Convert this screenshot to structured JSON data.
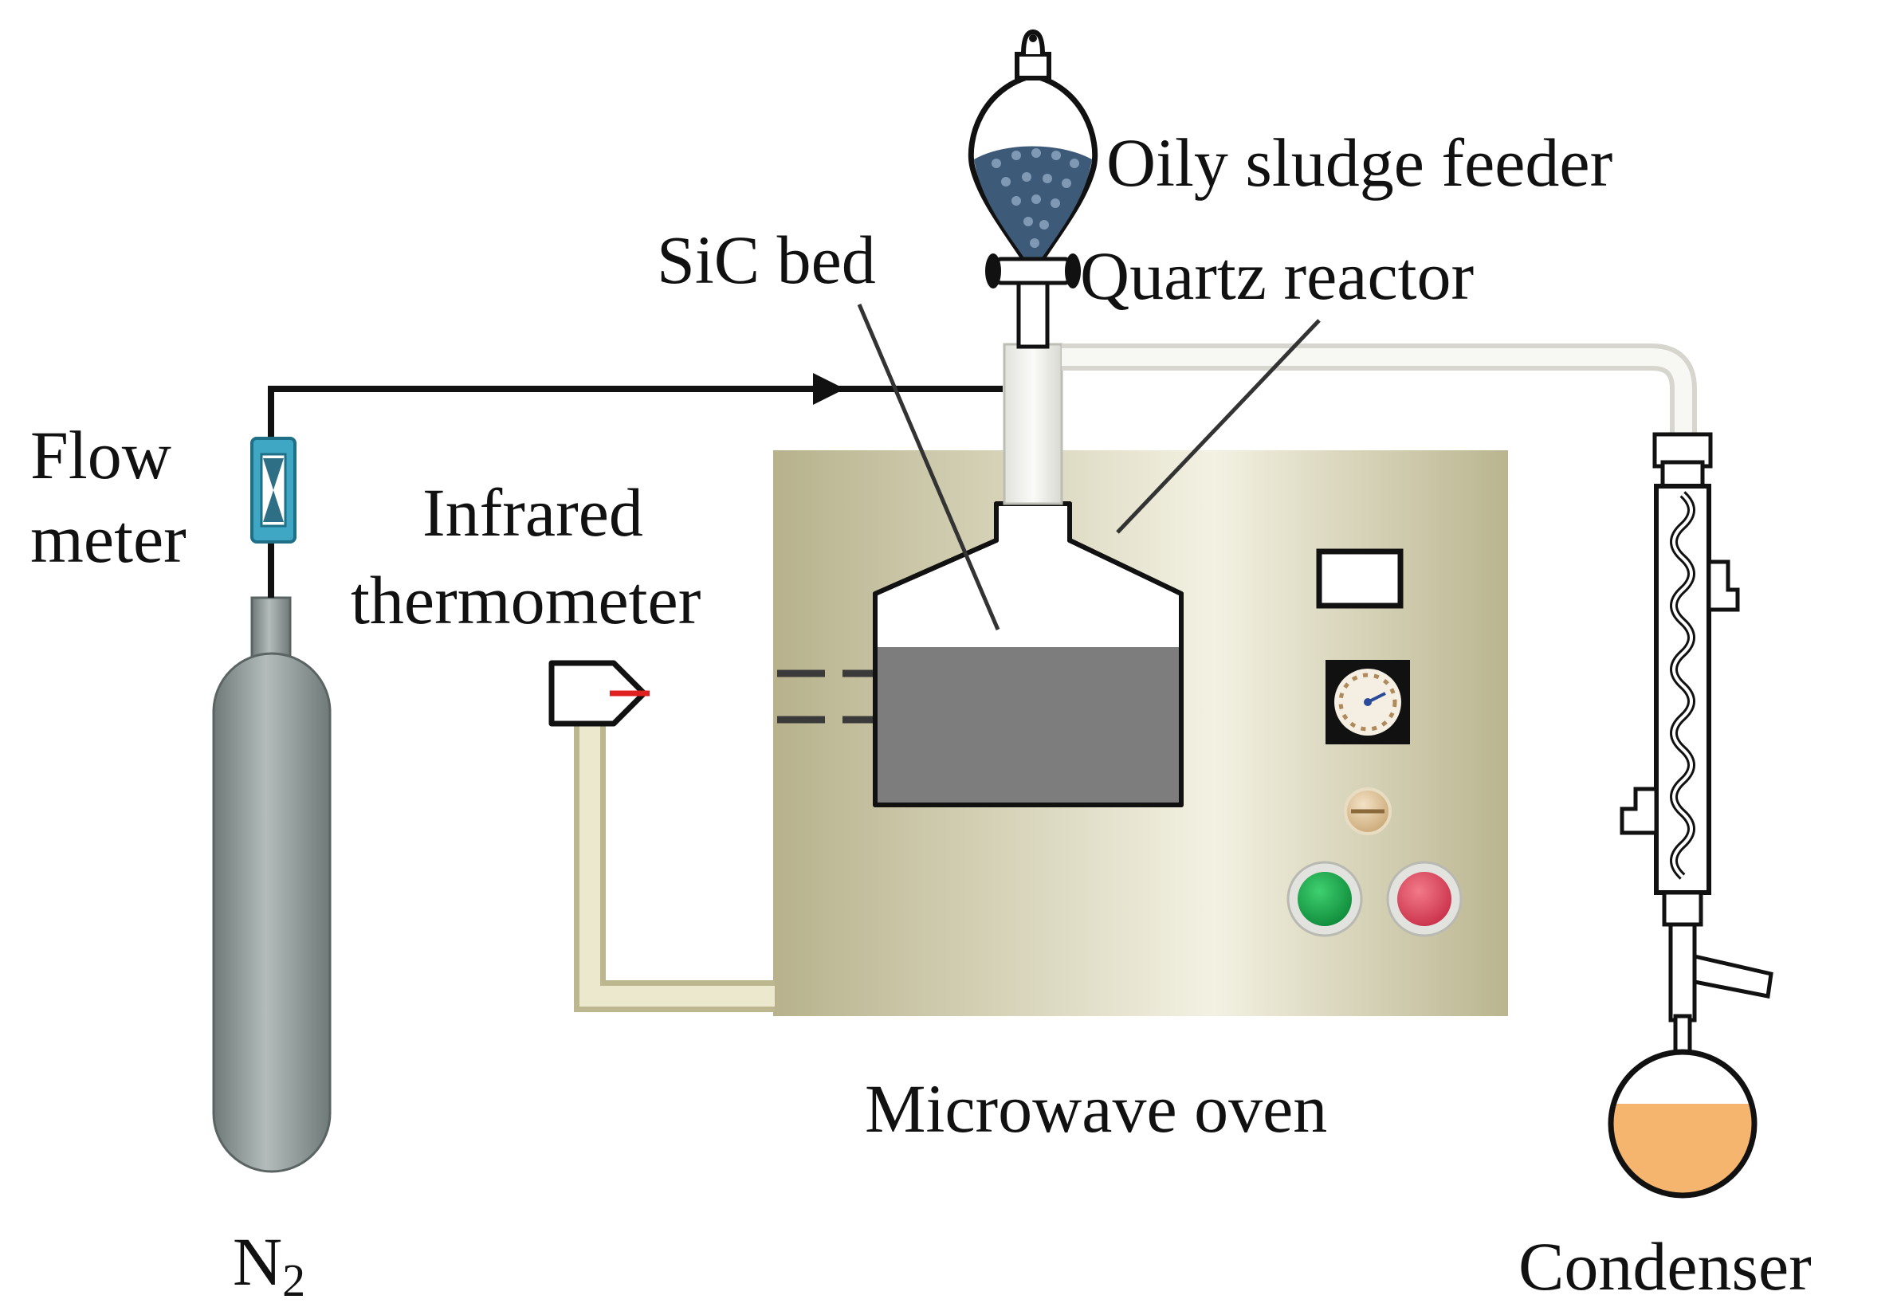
{
  "labels": {
    "feeder": "Oily sludge feeder",
    "sic_bed": "SiC bed",
    "quartz_reactor": "Quartz reactor",
    "flow_line1": "Flow",
    "flow_line2": "meter",
    "ir_line1": "Infrared",
    "ir_line2": "thermometer",
    "microwave": "Microwave oven",
    "n2_base": "N",
    "n2_sub": "2",
    "condenser": "Condenser"
  },
  "colors": {
    "oven_light": "#f1efdf",
    "oven_dark": "#b9b48f",
    "cylinder": "#8f9a97",
    "flowmeter": "#3fa6c4",
    "sic_bed": "#7d7d7d",
    "sludge": "#3d5a78",
    "green_button": "#1aa64a",
    "red_button": "#e04a5e",
    "liquid": "#f5b56e",
    "tube": "#e8e8e4",
    "ir_stand": "#e7e3c5"
  }
}
